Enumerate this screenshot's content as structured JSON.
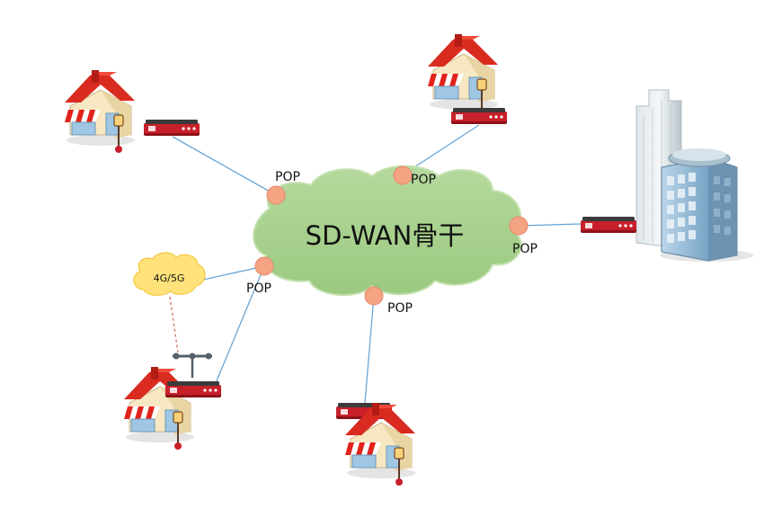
{
  "diagram": {
    "cloud_label": "SD-WAN骨干",
    "pop_label": "POP",
    "wireless_label": "4G/5G"
  },
  "colors": {
    "cloud_fill": "#a6d08a",
    "cloud_stroke": "#b9dca4",
    "pop_fill": "#f4a383",
    "pop_stroke": "#e8876a",
    "router_red": "#c8202a",
    "link_blue": "#6aa6d6",
    "wireless_fill": "#ffe27a",
    "wireless_stroke": "#f1c232",
    "roof_red": "#d92b1f",
    "awning_red": "#e2231a",
    "wall_cream": "#f7e7c2",
    "building_blue": "#7aa7c7"
  }
}
